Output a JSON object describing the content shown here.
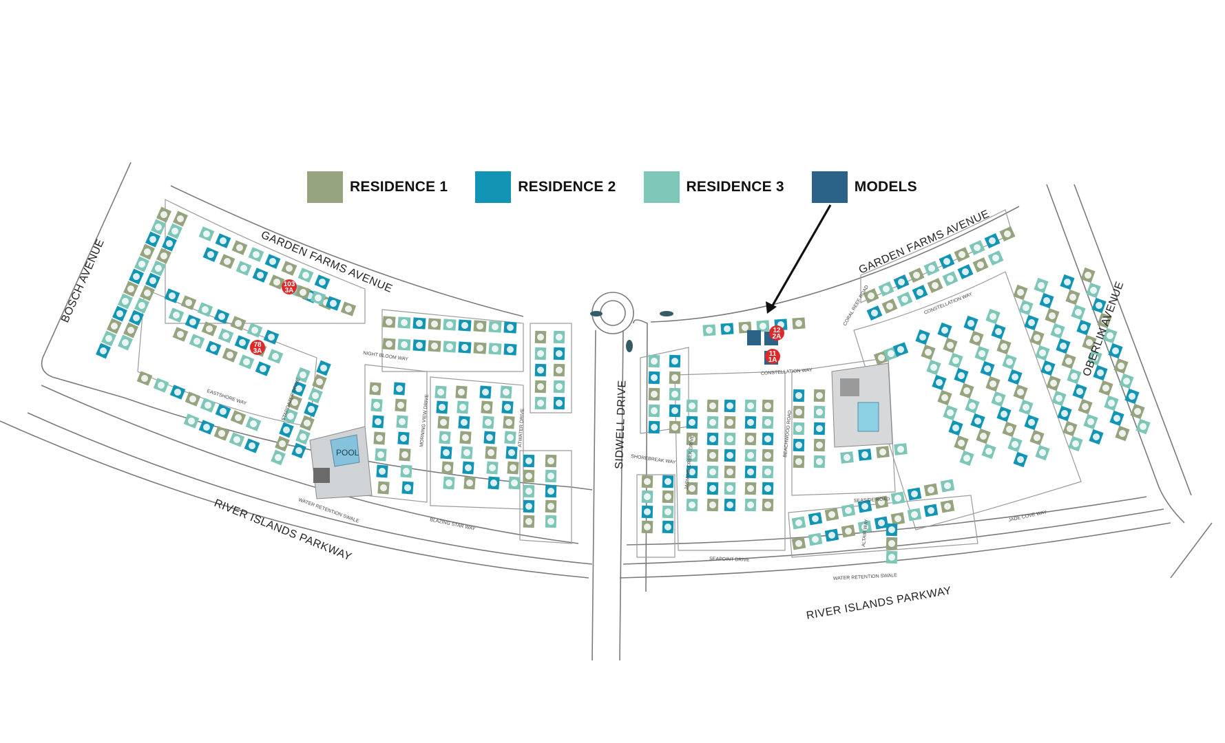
{
  "legend": {
    "items": [
      {
        "label": "RESIDENCE 1",
        "color": "#95a47e"
      },
      {
        "label": "RESIDENCE 2",
        "color": "#1295b5"
      },
      {
        "label": "RESIDENCE 3",
        "color": "#7ec7b8"
      },
      {
        "label": "MODELS",
        "color": "#2a6288"
      }
    ]
  },
  "streets": {
    "bosch": "BOSCH AVENUE",
    "garden_farms_west": "GARDEN FARMS AVENUE",
    "garden_farms_east": "GARDEN FARMS AVENUE",
    "oberlin": "OBERLIN AVENUE",
    "sidwell": "SIDWELL DRIVE",
    "river_islands_west": "RIVER ISLANDS PARKWAY",
    "river_islands_east": "RIVER ISLANDS PARKWAY",
    "night_bloom": "NIGHT BLOOM WAY",
    "eastshore": "EASTSHORE WAY",
    "stargazer": "STARGAZER DRIVE",
    "morning_view": "MORNING VIEW DRIVE",
    "atwater": "ATWATER DRIVE",
    "blazing_star": "BLAZING STAR WAY",
    "water_retention_west": "WATER RETENTION SWALE",
    "water_retention_east": "WATER RETENTION SWALE",
    "constellation_west": "CONSTELLATION WAY",
    "constellation_east": "CONSTELLATION WAY",
    "shorebreak": "SHOREBREAK WAY",
    "jasmine_creek": "JASMINE CREEK DRIVE",
    "beachwood": "BEACHWOOD ROAD",
    "seaside": "SEASIDE ROAD",
    "seapoint": "SEAPOINT DRIVE",
    "jade_cove": "JADE COVE WAY",
    "coral_reef": "CORAL REEF ROAD",
    "altair": "ALTAIR WAY"
  },
  "amenities": {
    "pool": "POOL"
  },
  "markers": [
    {
      "id": "103",
      "plan": "3A"
    },
    {
      "id": "78",
      "plan": "3A"
    },
    {
      "id": "12",
      "plan": "2A"
    },
    {
      "id": "11",
      "plan": "1A"
    }
  ]
}
